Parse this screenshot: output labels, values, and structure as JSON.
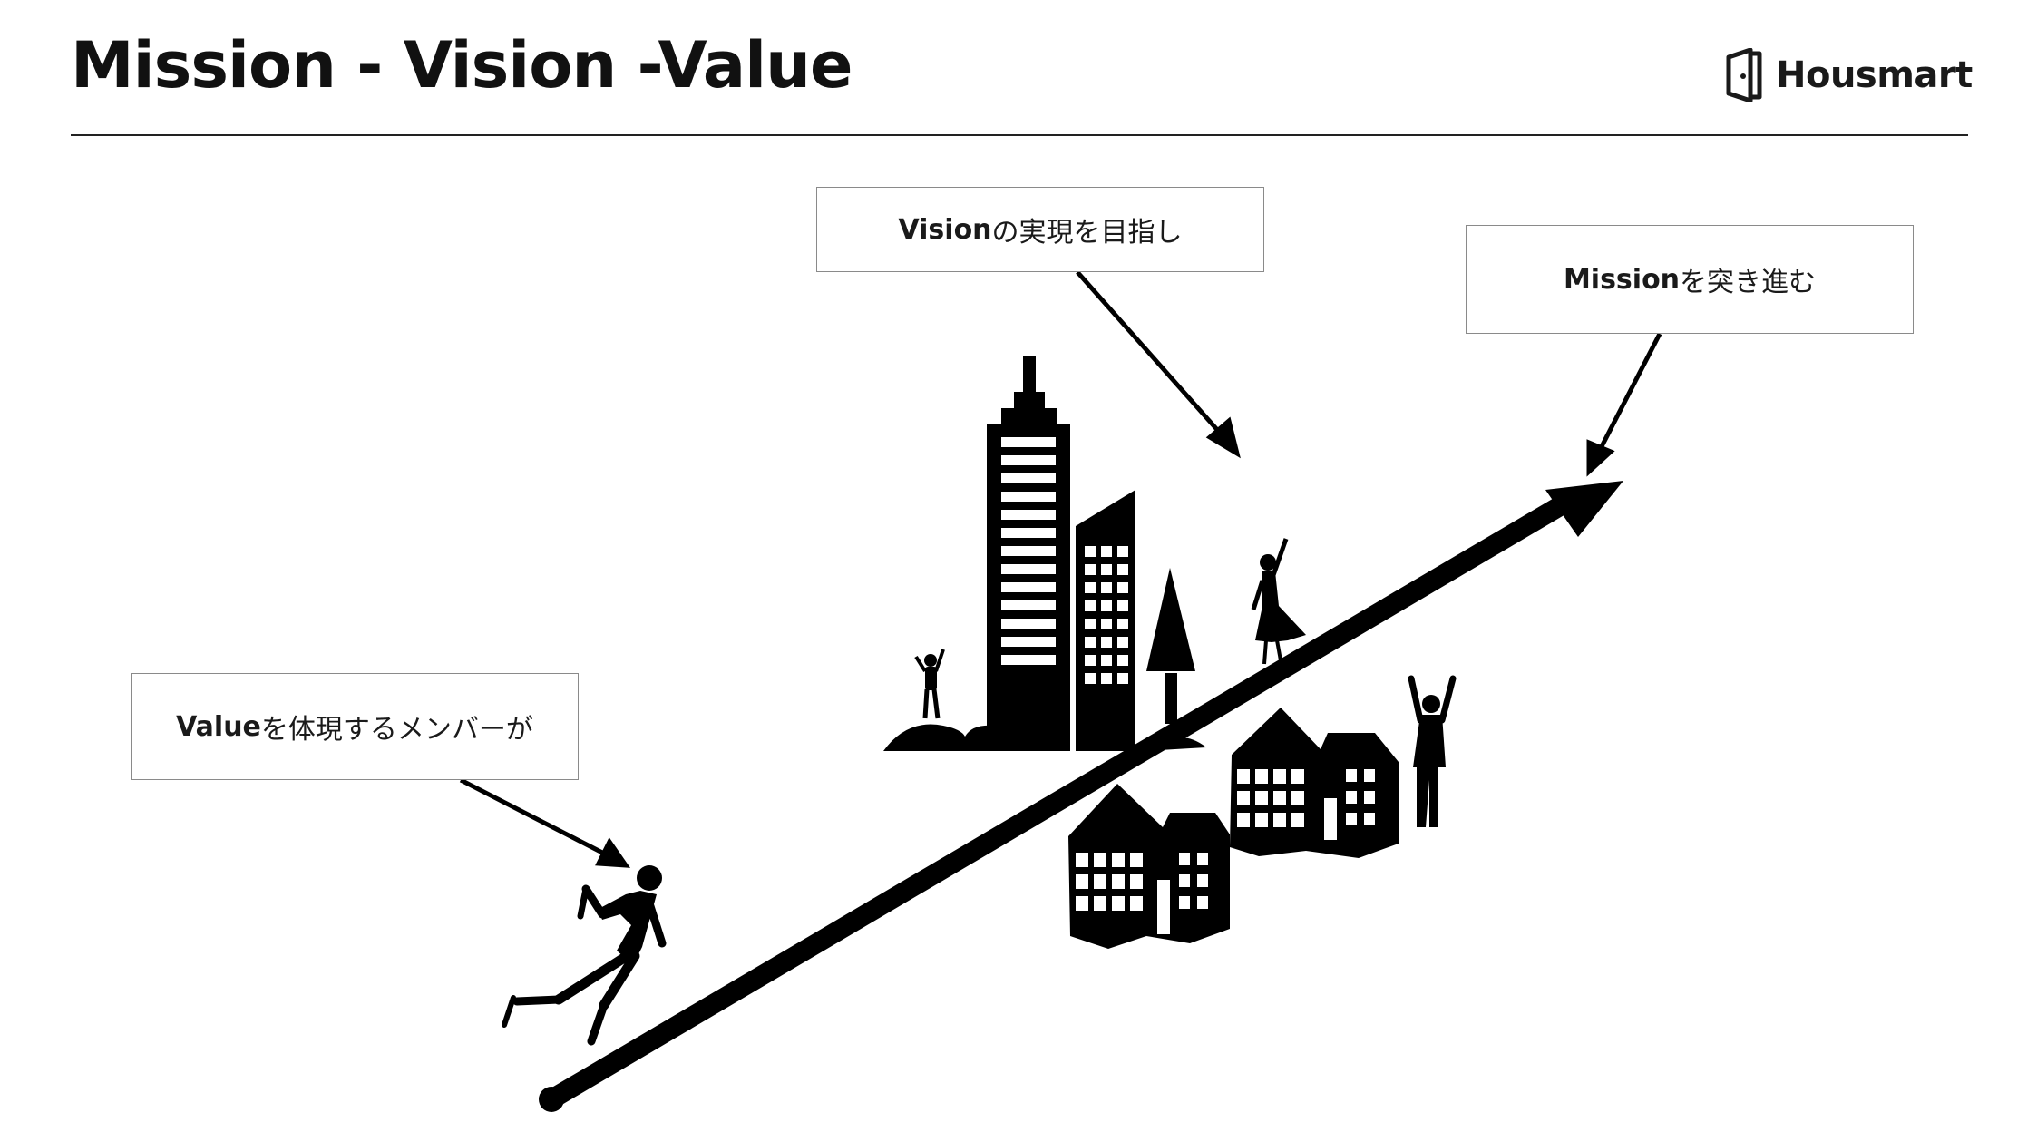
{
  "header": {
    "title": "Mission - Vision -Value",
    "logo_text": "Housmart"
  },
  "callouts": {
    "vision": {
      "keyword": "Vision",
      "text": "の実現を目指し"
    },
    "mission": {
      "keyword": "Mission",
      "text": "を突き進む"
    },
    "value": {
      "keyword": "Value",
      "text": "を体現するメンバーが"
    }
  },
  "icons": {
    "logo": "door-icon",
    "runner": "runner-icon",
    "tower": "skyscraper-icon",
    "tree": "tree-icon",
    "houses": "house-icon",
    "people": "cheering-person-icon",
    "arrow": "rising-arrow"
  },
  "colors": {
    "ink": "#000000",
    "border": "#8a8a8a",
    "background": "#ffffff"
  }
}
